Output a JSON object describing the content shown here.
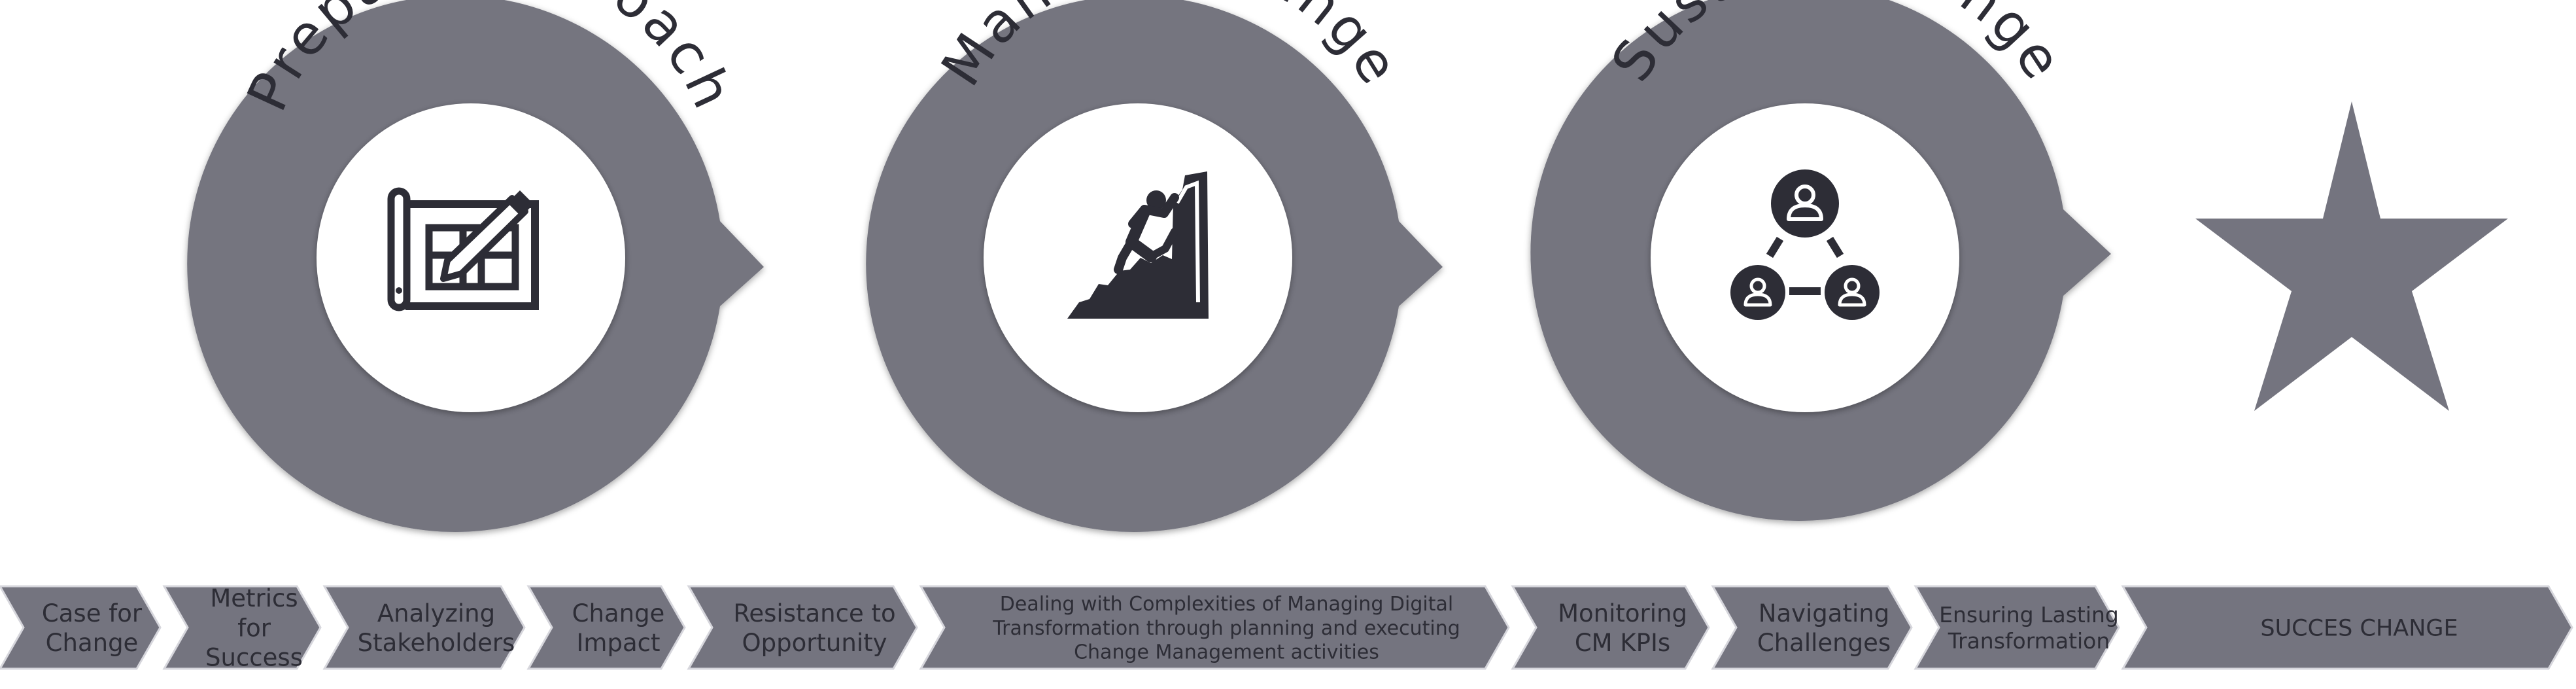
{
  "phases": [
    {
      "title": "Prepare Approach",
      "icon": "blueprint-icon"
    },
    {
      "title": "Manage Change",
      "icon": "climber-icon"
    },
    {
      "title": "Sustain Change",
      "icon": "network-people-icon"
    }
  ],
  "goal": {
    "icon": "star-icon"
  },
  "steps": [
    {
      "lines": [
        "Case for",
        "Change"
      ]
    },
    {
      "lines": [
        "Metrics",
        "for",
        "Success"
      ]
    },
    {
      "lines": [
        "Analyzing",
        "Stakeholders"
      ]
    },
    {
      "lines": [
        "Change",
        "Impact"
      ]
    },
    {
      "lines": [
        "Resistance to",
        "Opportunity"
      ]
    },
    {
      "lines": [
        "Dealing with Complexities of Managing Digital",
        "Transformation through planning and executing",
        "Change Management activities"
      ]
    },
    {
      "lines": [
        "Monitoring",
        "CM KPIs"
      ]
    },
    {
      "lines": [
        "Navigating",
        "Challenges"
      ]
    },
    {
      "lines": [
        "Ensuring Lasting",
        "Transformation"
      ]
    },
    {
      "lines": [
        "SUCCES CHANGE"
      ]
    }
  ],
  "colors": {
    "shape": "#74747f",
    "shape_edge": "#d6d6dc",
    "ink": "#2d2d36",
    "inner": "#ffffff"
  }
}
